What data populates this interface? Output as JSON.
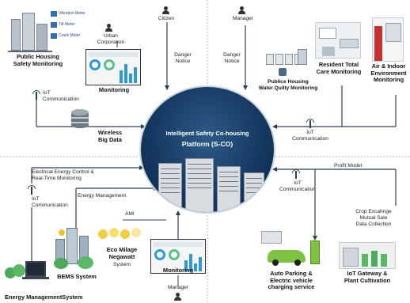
{
  "platform": {
    "title_line1": "Intelligent Safety Co-housing",
    "title_line2": "Platform (S-CO)"
  },
  "top_left": {
    "sensor_labels": [
      "Vibration Meter",
      "Tilt Meter",
      "Crack Meter"
    ],
    "public_housing_label": "Public Housing\nSafety Monitoring",
    "urban_corporation": "Urban\nCorporation",
    "monitoring": "Monitoring",
    "citizen": "Citizen",
    "danger_notice": "Danger\nNotice",
    "iot_communication": "IoT\nCommunication",
    "wireless_big_data": "Wireless\nBig Data"
  },
  "top_right": {
    "manager": "Manager",
    "danger_notice": "Danger\nNotice",
    "water_quality": "Publice Housing\nWater Quilty Monitoring",
    "resident_care": "Resident Total\nCare Monitoring",
    "air_indoor": "Air & Indoor\nEnvironment\nMonitoring",
    "iot_communication": "IoT\nCommunication"
  },
  "bottom_left": {
    "electrical": "Electrical Energy Control &\nReal-Time Monitoring",
    "iot_communication": "IoT\nCommunication",
    "energy_management": "Energy Management",
    "ami": "AMI",
    "eco_milage": "Eco Milage\nNegawatt",
    "system": "System",
    "bems": "BEMS System",
    "energy_mgmt_system": "Energy ManagementSystem",
    "monitoring": "Monitoring",
    "manager": "Manager"
  },
  "bottom_right": {
    "profit_model": "Profit Model",
    "iot_communication": "IoT\nCommunication",
    "crop_exchange": "Crop Excahnge\nMutual Sale\nData Collection",
    "auto_parking": "Auto Parking &\nElectric vehicle\ncharging service",
    "iot_gateway": "IoT Gateway &\nPlant Cultivation"
  },
  "colors": {
    "line": "#2a3f55",
    "platform_bg": "#163a63",
    "accent_blue": "#2e9bd6",
    "divider": "#9aa3ab"
  }
}
